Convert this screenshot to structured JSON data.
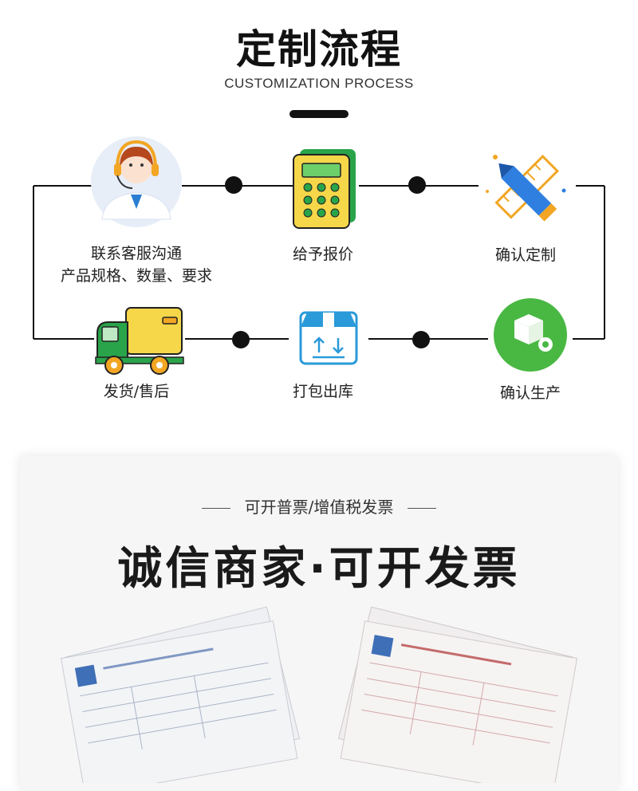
{
  "header": {
    "title": "定制流程",
    "subtitle": "CUSTOMIZATION PROCESS"
  },
  "steps": [
    {
      "label_line1": "联系客服沟通",
      "label_line2": "产品规格、数量、要求",
      "icon": "customer-service-icon"
    },
    {
      "label_line1": "给予报价",
      "icon": "calculator-icon"
    },
    {
      "label_line1": "确认定制",
      "icon": "pencil-ruler-icon"
    },
    {
      "label_line1": "确认生产",
      "icon": "production-box-gear-icon"
    },
    {
      "label_line1": "打包出库",
      "icon": "package-box-icon"
    },
    {
      "label_line1": "发货/售后",
      "icon": "delivery-truck-icon"
    }
  ],
  "invoice_section": {
    "subtitle": "可开普票/增值税发票",
    "title": "诚信商家·可开发票"
  },
  "colors": {
    "accent_green": "#4bb543",
    "accent_blue": "#1e8fd6",
    "accent_yellow": "#f4d03f",
    "line": "#111111"
  }
}
